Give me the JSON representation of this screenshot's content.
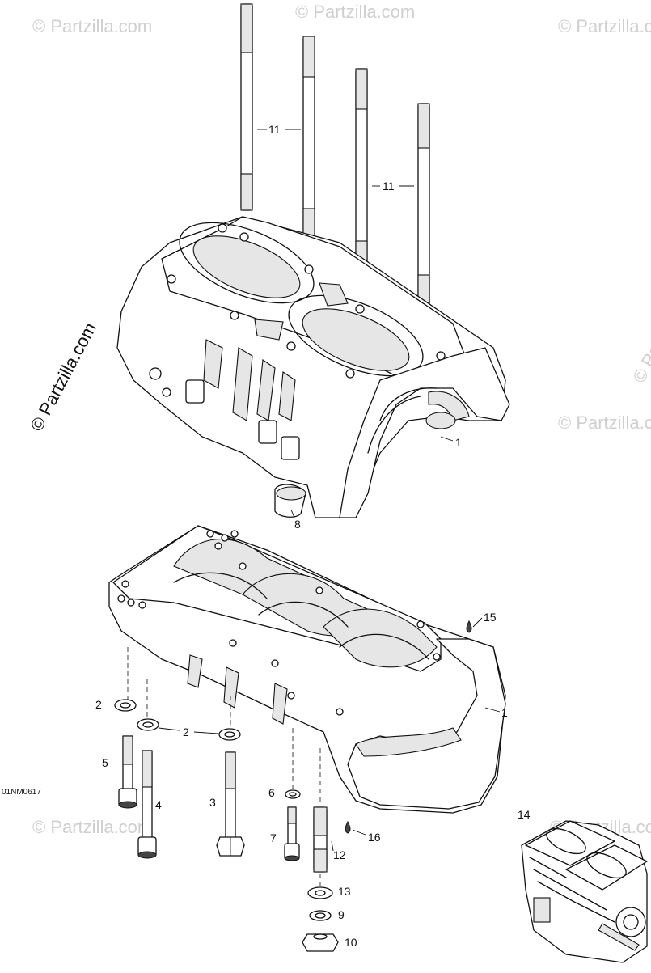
{
  "diagram_code": "01NM0617",
  "watermark": "© Partzilla.com",
  "callouts": {
    "n1": "1",
    "n2": "2",
    "n3": "3",
    "n4": "4",
    "n5": "5",
    "n6": "6",
    "n7": "7",
    "n8": "8",
    "n9": "9",
    "n10": "10",
    "n11": "11",
    "n12": "12",
    "n13": "13",
    "n14": "14",
    "n15": "15",
    "n16": "16"
  }
}
